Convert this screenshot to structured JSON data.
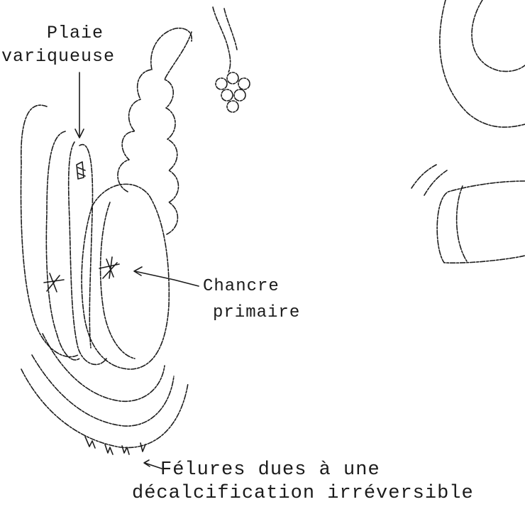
{
  "labels": {
    "plaie_line1": "Plaie",
    "plaie_line2": "variqueuse",
    "chancre_line1": "Chancre",
    "chancre_line2": "primaire",
    "felures_line1": "Félures dues à une",
    "felures_line2": "décalcification irréversible"
  },
  "colors": {
    "ink": "#1c1c1c",
    "paper": "#ffffff"
  }
}
